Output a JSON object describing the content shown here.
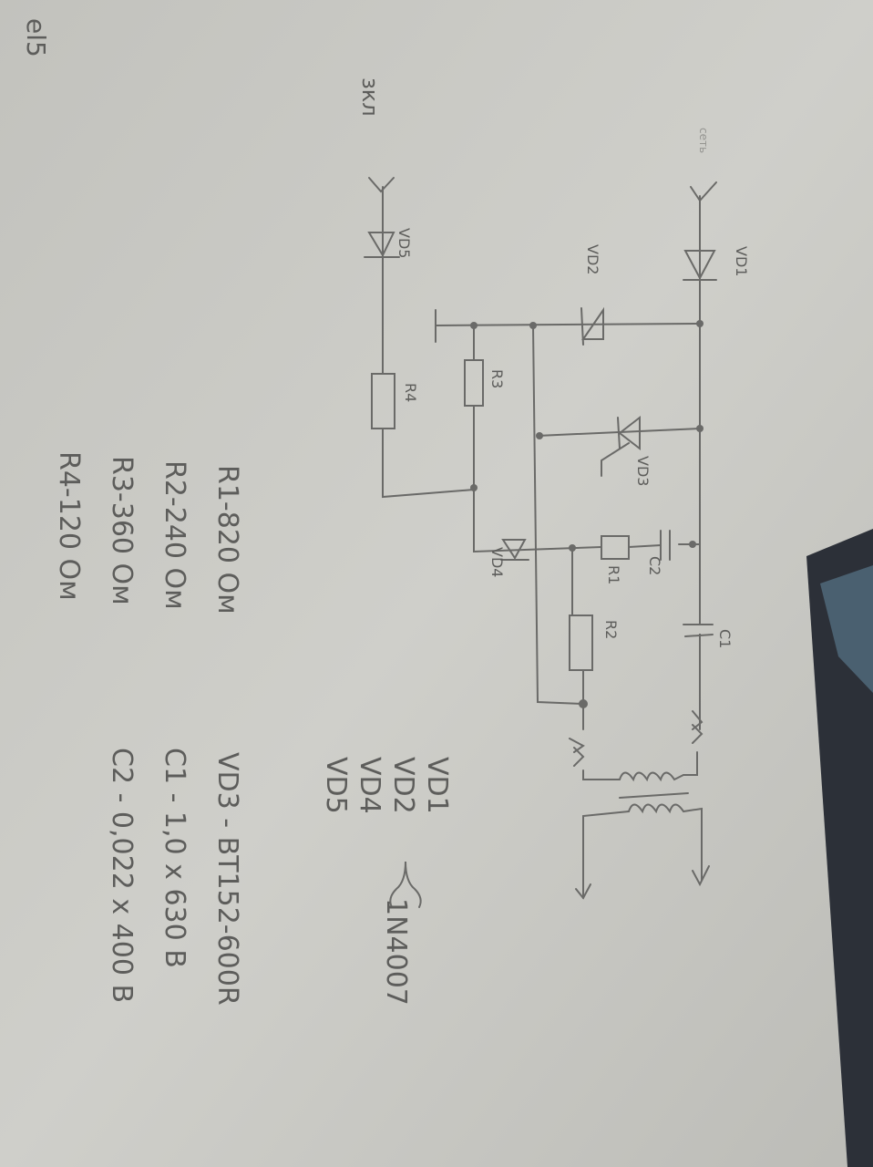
{
  "labels": {
    "input_mains": "сеть",
    "input_switch": "зкл",
    "corner_note": "el5",
    "vd1": "VD1",
    "vd2": "VD2",
    "vd3": "VD3",
    "vd4": "VD4",
    "vd5": "VD5",
    "r1": "R1",
    "r2": "R2",
    "r3": "R3",
    "r4": "R4",
    "c1": "C1",
    "c2": "C2"
  },
  "resistor_list": [
    "R1-820 Ом",
    "R2-240 Ом",
    "R3-360 Ом",
    "R4-120 Ом"
  ],
  "diode_group": {
    "items": [
      "VD1",
      "VD2",
      "VD4",
      "VD5"
    ],
    "part": "1N4007"
  },
  "part_list": [
    "VD3 - BT152-600R",
    "C1 - 1,0 x 630 В",
    "C2 - 0,022 x 400 В"
  ]
}
